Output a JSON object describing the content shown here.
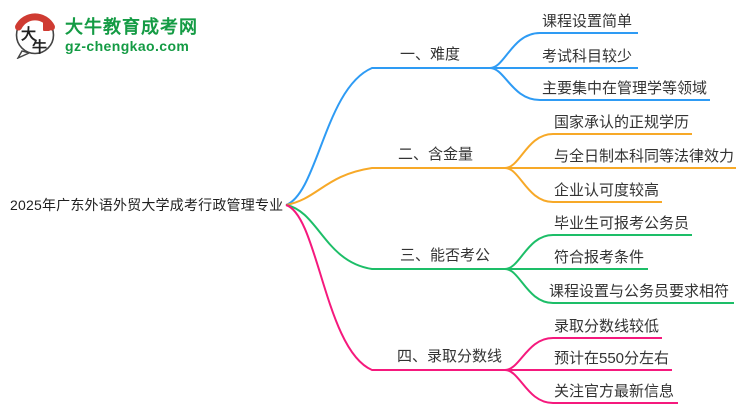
{
  "logo": {
    "mark_char_top": "大",
    "mark_char_bottom": "牛",
    "site_name": "大牛教育成考网",
    "site_url": "gz-chengkao.com",
    "brand_green": "#149b44",
    "brand_red": "#cf3b32"
  },
  "mindmap": {
    "root": "2025年广东外语外贸大学成考行政管理专业",
    "text_color": "#333333",
    "branches": [
      {
        "label": "一、难度",
        "color": "#2e9bf4",
        "children": [
          "课程设置简单",
          "考试科目较少",
          "主要集中在管理学等领域"
        ]
      },
      {
        "label": "二、含金量",
        "color": "#f7a928",
        "children": [
          "国家承认的正规学历",
          "与全日制本科同等法律效力",
          "企业认可度较高"
        ]
      },
      {
        "label": "三、能否考公",
        "color": "#1dbe68",
        "children": [
          "毕业生可报考公务员",
          "符合报考条件",
          "课程设置与公务员要求相符"
        ]
      },
      {
        "label": "四、录取分数线",
        "color": "#f5197d",
        "children": [
          "录取分数线较低",
          "预计在550分左右",
          "关注官方最新信息"
        ]
      }
    ]
  }
}
